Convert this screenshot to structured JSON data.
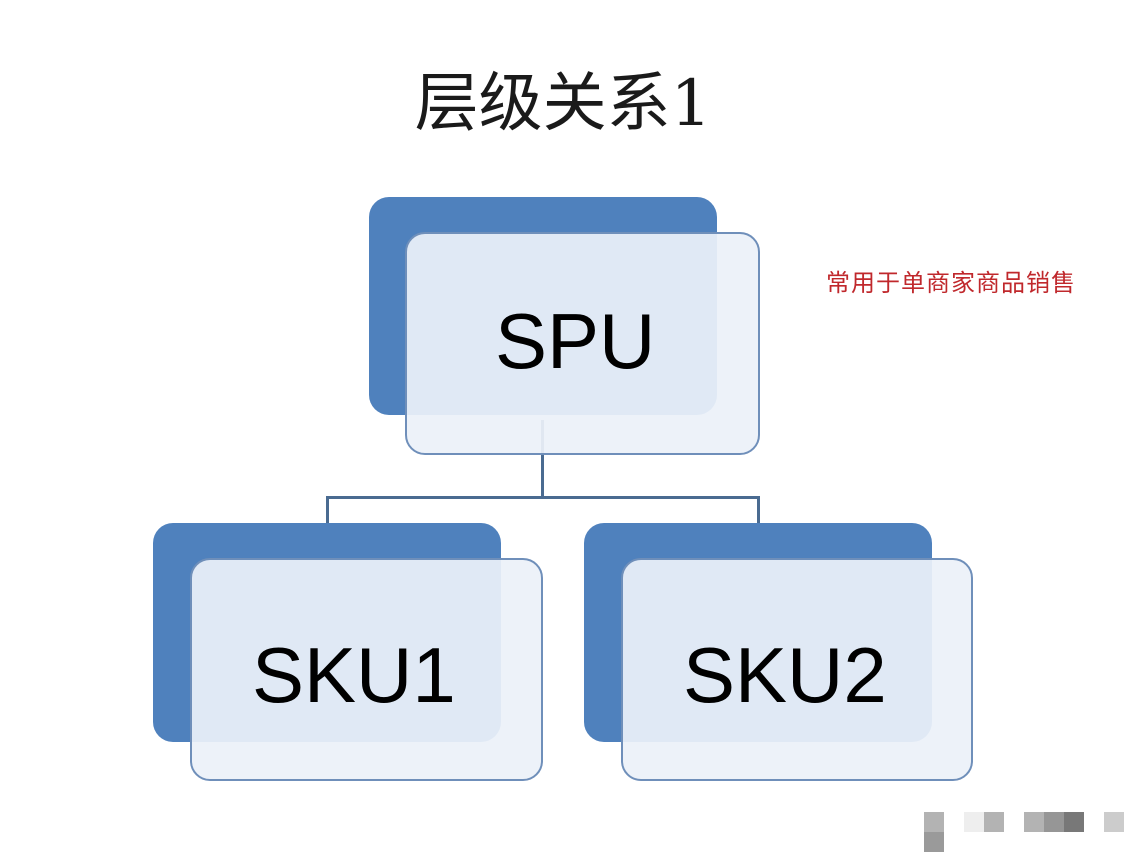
{
  "title": "层级关系1",
  "nodes": {
    "root": {
      "label": "SPU"
    },
    "children": [
      {
        "label": "SKU1"
      },
      {
        "label": "SKU2"
      }
    ]
  },
  "note": "常用于单商家商品销售",
  "colors": {
    "box_back": "#4f81bd",
    "box_border": "#6f8fba",
    "note": "#c0282c"
  }
}
